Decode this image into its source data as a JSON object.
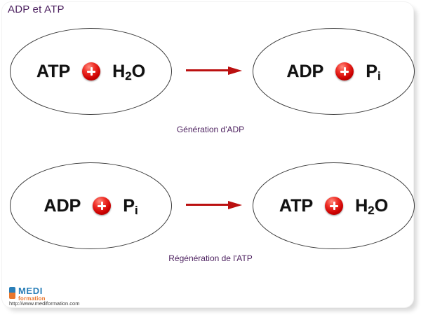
{
  "slide": {
    "title": "ADP et ATP",
    "title_color": "#4b1f5e",
    "accent_red": "#bb1010",
    "plus_ball_color": "#cc0000"
  },
  "reactions": [
    {
      "id": "generation",
      "left": {
        "terms": [
          {
            "main": "ATP",
            "sub": ""
          },
          {
            "icon": "plus-circle-icon"
          },
          {
            "main": "H",
            "sub": "2",
            "tail": "O"
          }
        ],
        "label": "ATP + H2O"
      },
      "right": {
        "terms": [
          {
            "main": "ADP",
            "sub": ""
          },
          {
            "icon": "plus-circle-icon"
          },
          {
            "main": "P",
            "sub": "i",
            "tail": ""
          }
        ],
        "label": "ADP + Pi"
      },
      "arrow": "arrow-right-icon",
      "caption": "Génération d'ADP"
    },
    {
      "id": "regeneration",
      "left": {
        "terms": [
          {
            "main": "ADP",
            "sub": ""
          },
          {
            "icon": "plus-circle-icon"
          },
          {
            "main": "P",
            "sub": "i",
            "tail": ""
          }
        ],
        "label": "ADP + Pi"
      },
      "right": {
        "terms": [
          {
            "main": "ATP",
            "sub": ""
          },
          {
            "icon": "plus-circle-icon"
          },
          {
            "main": "H",
            "sub": "2",
            "tail": "O"
          }
        ],
        "label": "ATP + H2O"
      },
      "arrow": "arrow-right-icon",
      "caption": "Régénération de l'ATP"
    }
  ],
  "row1": {
    "left": {
      "a": "ATP",
      "b_main": "H",
      "b_sub": "2",
      "b_tail": "O"
    },
    "right": {
      "a": "ADP",
      "b_main": "P",
      "b_sub": "i",
      "b_tail": ""
    },
    "caption": "Génération d'ADP"
  },
  "row2": {
    "left": {
      "a": "ADP",
      "b_main": "P",
      "b_sub": "i",
      "b_tail": ""
    },
    "right": {
      "a": "ATP",
      "b_main": "H",
      "b_sub": "2",
      "b_tail": "O"
    },
    "caption": "Régénération de l'ATP"
  },
  "logo": {
    "name_primary": "MEDI",
    "name_secondary": "formation",
    "url": "http://www.mediformation.com",
    "color_primary": "#2a7fb8",
    "color_secondary": "#e8762c"
  }
}
